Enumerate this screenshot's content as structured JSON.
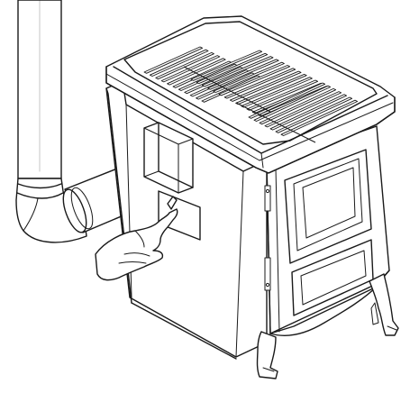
{
  "figure": {
    "subject": "pellet-stove",
    "components": [
      "flue-pipe",
      "pipe-elbow",
      "horizontal-connector",
      "rear-panel",
      "top-grille",
      "side-door",
      "lower-panel",
      "legs",
      "hand"
    ]
  },
  "colors": {
    "line": "#1a1a1a",
    "background": "#ffffff"
  }
}
